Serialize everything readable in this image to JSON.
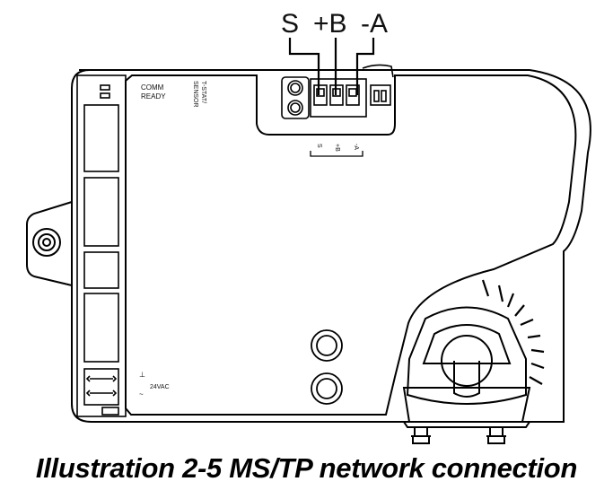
{
  "terminals": {
    "s_label": "S",
    "b_label": "+B",
    "a_label": "-A"
  },
  "panel": {
    "comm": "COMM",
    "ready": "READY",
    "tstat": "T-STAT/",
    "sensor": "SENSOR"
  },
  "block_labels": {
    "s": "S",
    "b": "+B",
    "a": "-A"
  },
  "power": {
    "vac": "24VAC",
    "ground_symbol": "⊥",
    "ac_symbol": "~"
  },
  "caption": "Illustration 2-5 MS/TP network connection"
}
